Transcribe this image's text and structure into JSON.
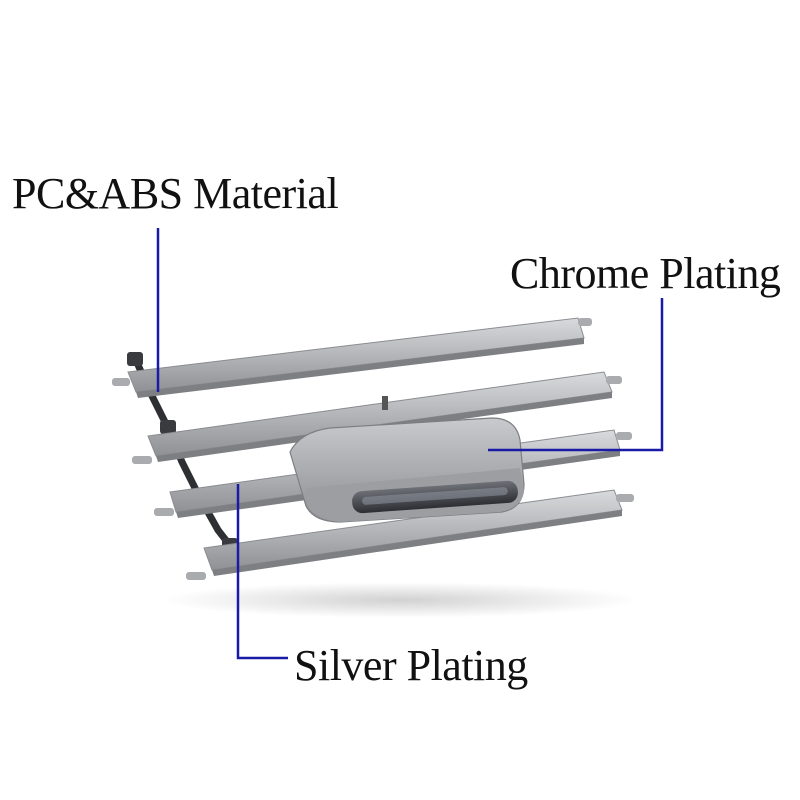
{
  "labels": {
    "pc_abs": "PC&ABS Material",
    "chrome": "Chrome Plating",
    "silver": "Silver Plating"
  },
  "colors": {
    "leader_line": "#1a1aa8",
    "label_text": "#111111",
    "background": "#ffffff",
    "slat_silver": "#b9babd",
    "knob_dark": "#4a4c52"
  }
}
